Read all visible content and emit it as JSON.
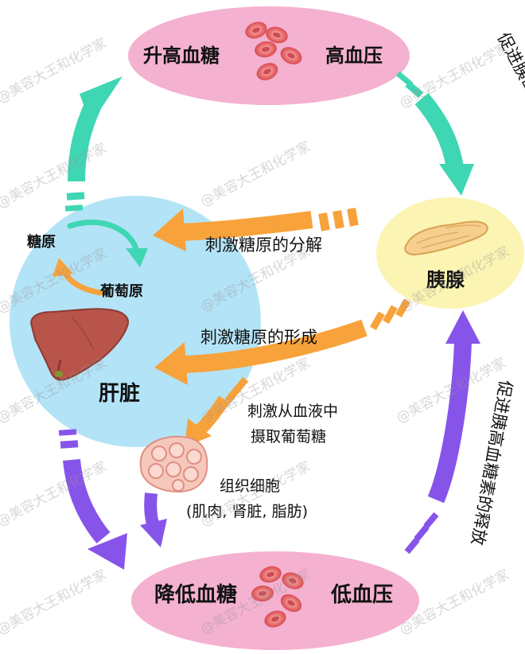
{
  "nodes": {
    "high": {
      "left": "升高血糖",
      "right": "高血压"
    },
    "low": {
      "left": "降低血糖",
      "right": "低血压"
    },
    "pancreas": "胰腺",
    "liver": "肝脏",
    "glycogen": "糖原",
    "glucose": "葡萄原",
    "tissue": {
      "title": "组织细胞",
      "examples": "(肌肉, 肾脏, 脂肪)"
    }
  },
  "arrows": {
    "insulin_release": "促进胰岛素的释放",
    "glucagon_release": "促进胰高血糖素的释放",
    "breakdown": "刺激糖原的分解",
    "formation": "刺激糖原的形成",
    "uptake_line1": "刺激从血液中",
    "uptake_line2": "摄取葡萄糖"
  },
  "watermark": "@美容大王和化学家",
  "colors": {
    "pink": "#f4b1d0",
    "yellow": "#fbf4b3",
    "liver_blue": "#b3e3f6",
    "teal": "#3fd6b4",
    "orange": "#f8a23b",
    "purple": "#8754ea",
    "liver": "#b9544b",
    "blood_cell": "#e4575c"
  }
}
